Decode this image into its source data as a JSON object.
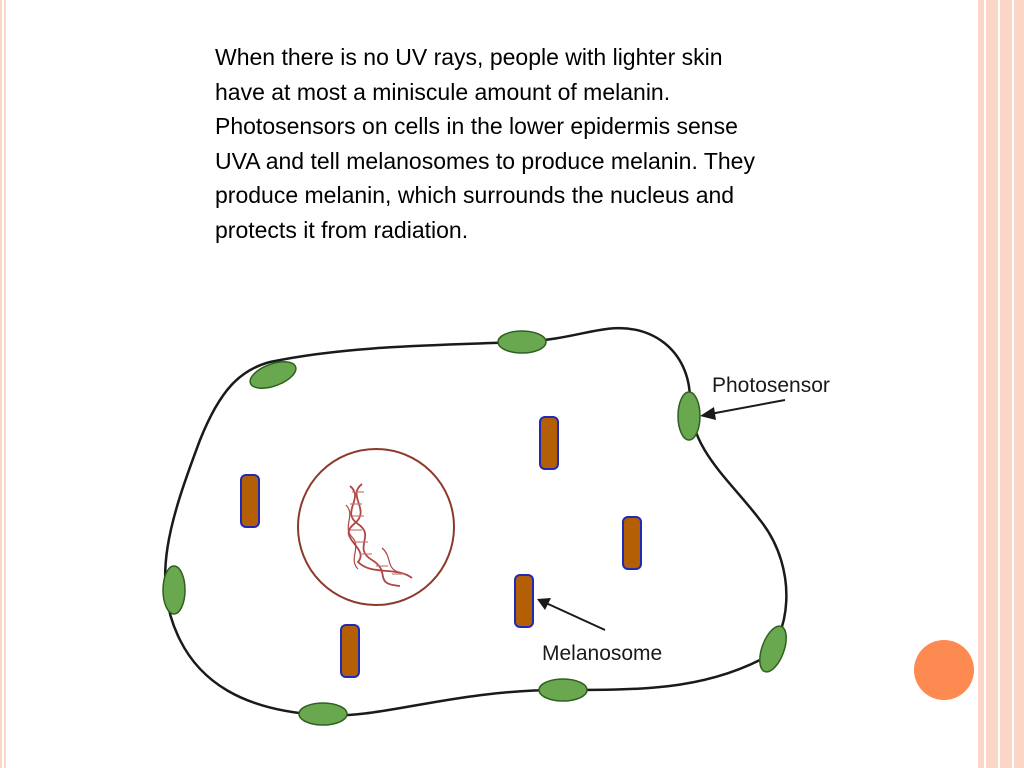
{
  "slide": {
    "description": "When there is no UV rays, people with lighter skin have at most a miniscule amount of melanin. Photosensors on cells in the lower epidermis sense UVA and tell melanosomes to produce melanin. They produce melanin, which surrounds the nucleus and protects it from radiation."
  },
  "diagram": {
    "labels": {
      "photosensor": "Photosensor",
      "melanosome": "Melanosome"
    },
    "icons": [
      "cell-membrane",
      "photosensor",
      "melanosome",
      "nucleus",
      "dna-helix",
      "arrow"
    ],
    "colors": {
      "photosensor_fill": "#6aa84f",
      "melanosome_fill": "#b45f06",
      "melanosome_stroke": "#1f2bb5",
      "nucleus_stroke": "#8b3a2a",
      "dna": "#b04545",
      "accent_dot": "#fd8a50",
      "border": "#fbd6c6"
    }
  }
}
